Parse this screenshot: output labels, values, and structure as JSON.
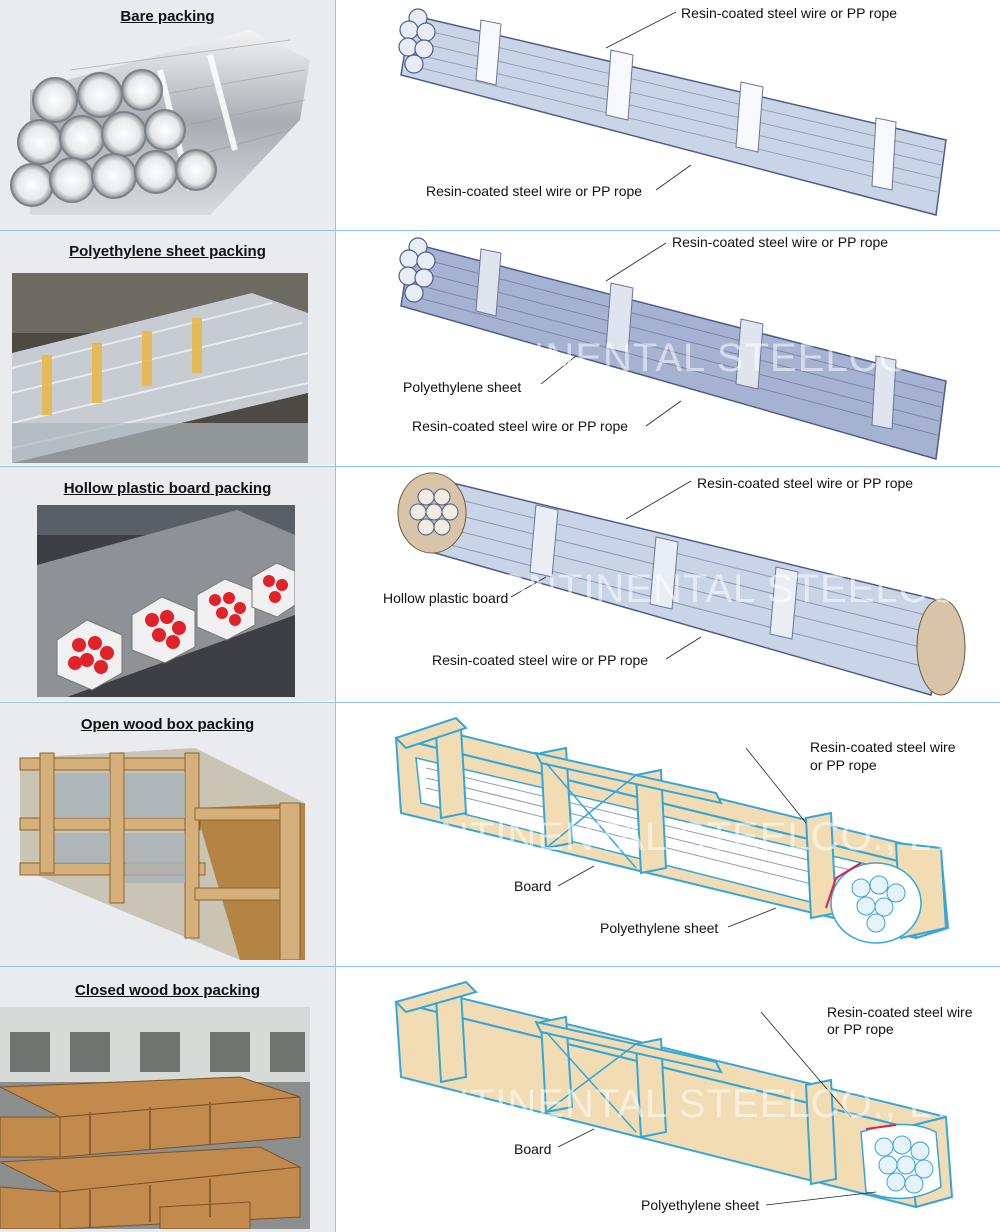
{
  "watermark": "CONTINENTAL STEELCO., LTD.",
  "rows": [
    {
      "title": "Bare packing",
      "labels": [
        "Resin-coated steel wire or PP rope",
        "Resin-coated steel wire or PP rope"
      ]
    },
    {
      "title": "Polyethylene sheet packing",
      "labels": [
        "Resin-coated steel wire or PP rope",
        "Polyethylene sheet",
        "Resin-coated steel wire or PP rope"
      ]
    },
    {
      "title": "Hollow plastic board packing",
      "labels": [
        "Resin-coated steel wire or PP rope",
        "Hollow plastic board",
        "Resin-coated steel wire or PP rope"
      ]
    },
    {
      "title": "Open wood box packing",
      "labels": [
        "Resin-coated steel wire",
        "or PP rope",
        "Board",
        "Polyethylene sheet"
      ]
    },
    {
      "title": "Closed wood box packing",
      "labels": [
        "Resin-coated steel wire",
        "or PP rope",
        "Board",
        "Polyethylene sheet"
      ]
    }
  ],
  "colors": {
    "divider": "#8fc6e3",
    "pipe": "#c9d4e6",
    "board": "#f2dcb3",
    "outline": "#35a6d8"
  }
}
